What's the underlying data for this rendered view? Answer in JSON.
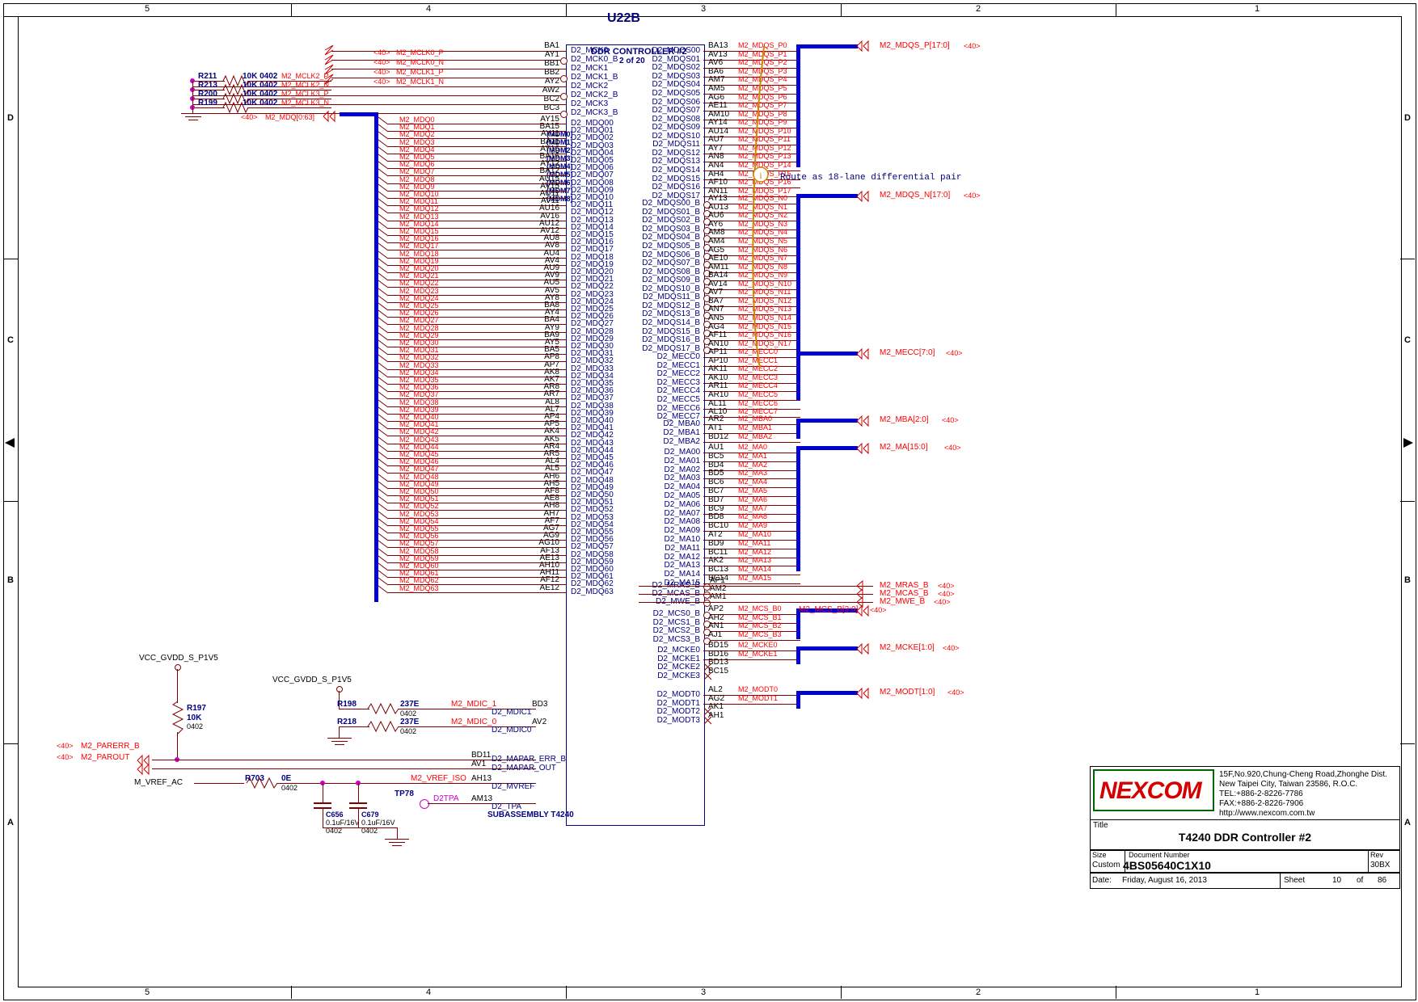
{
  "sheet": {
    "designator": "U22B",
    "border_cols_top": [
      "5",
      "4",
      "3",
      "2",
      "1"
    ],
    "border_cols_bottom": [
      "5",
      "4",
      "3",
      "2",
      "1"
    ],
    "border_rows_left": [
      "D",
      "C",
      "B",
      "A"
    ],
    "border_rows_right": [
      "D",
      "C",
      "B",
      "A"
    ]
  },
  "chip": {
    "title": "DDR CONTROLLER #2",
    "subtitle": "2 of 20",
    "footer": "SUBASSEMBLY T4240",
    "mdm_labels": [
      "(MDM0)",
      "(MDM1)",
      "(MDM2)",
      "(MDM3)",
      "(MDM4)",
      "(MDM5)",
      "(MDM6)",
      "(MDM7)",
      "(MDM8)"
    ]
  },
  "note": {
    "text": "Route as 18-lane differential pair",
    "icon": "info-icon"
  },
  "clocks": {
    "rows": [
      {
        "pin": "BA1",
        "name": "D2_MCK0",
        "net": "M2_MCLK0_P",
        "sheetref": "<40>",
        "bubble": false
      },
      {
        "pin": "AY1",
        "name": "D2_MCK0_B",
        "net": "M2_MCLK0_N",
        "sheetref": "<40>",
        "bubble": true
      },
      {
        "pin": "BB1",
        "name": "D2_MCK1",
        "net": "M2_MCLK1_P",
        "sheetref": "<40>",
        "bubble": false
      },
      {
        "pin": "BB2",
        "name": "D2_MCK1_B",
        "net": "M2_MCLK1_N",
        "sheetref": "<40>",
        "bubble": true
      },
      {
        "pin": "AY2",
        "name": "D2_MCK2",
        "net": "M2_MCLK2_P",
        "sheetref": "",
        "bubble": false
      },
      {
        "pin": "AW2",
        "name": "D2_MCK2_B",
        "net": "M2_MCLK2_N",
        "sheetref": "",
        "bubble": true
      },
      {
        "pin": "BC2",
        "name": "D2_MCK3",
        "net": "M2_MCLK3_P",
        "sheetref": "",
        "bubble": false
      },
      {
        "pin": "BC3",
        "name": "D2_MCK3_B",
        "net": "M2_MCLK3_N",
        "sheetref": "",
        "bubble": true
      }
    ]
  },
  "clock_resistors": [
    {
      "ref": "R211",
      "value": "10K 0402",
      "net": "M2_MCLK2_P"
    },
    {
      "ref": "R213",
      "value": "10K 0402",
      "net": "M2_MCLK2_N"
    },
    {
      "ref": "R200",
      "value": "10K 0402",
      "net": "M2_MCLK3_P"
    },
    {
      "ref": "R199",
      "value": "10K 0402",
      "net": "M2_MCLK3_N"
    }
  ],
  "mdq_bus_label": {
    "sheetref": "<40>",
    "name": "M2_MDQ[0:63]"
  },
  "mdq": [
    {
      "net": "M2_MDQ0",
      "pin": "AY15",
      "name": "D2_MDQ00"
    },
    {
      "net": "M2_MDQ1",
      "pin": "BA15",
      "name": "D2_MDQ01"
    },
    {
      "net": "M2_MDQ2",
      "pin": "AY11",
      "name": "D2_MDQ02"
    },
    {
      "net": "M2_MDQ3",
      "pin": "BA11",
      "name": "D2_MDQ03"
    },
    {
      "net": "M2_MDQ4",
      "pin": "AY16",
      "name": "D2_MDQ04"
    },
    {
      "net": "M2_MDQ5",
      "pin": "BA16",
      "name": "D2_MDQ05"
    },
    {
      "net": "M2_MDQ6",
      "pin": "AY12",
      "name": "D2_MDQ06"
    },
    {
      "net": "M2_MDQ7",
      "pin": "BA12",
      "name": "D2_MDQ07"
    },
    {
      "net": "M2_MDQ8",
      "pin": "AU15",
      "name": "D2_MDQ08"
    },
    {
      "net": "M2_MDQ9",
      "pin": "AV15",
      "name": "D2_MDQ09"
    },
    {
      "net": "M2_MDQ10",
      "pin": "AU11",
      "name": "D2_MDQ10"
    },
    {
      "net": "M2_MDQ11",
      "pin": "AV11",
      "name": "D2_MDQ11"
    },
    {
      "net": "M2_MDQ12",
      "pin": "AU16",
      "name": "D2_MDQ12"
    },
    {
      "net": "M2_MDQ13",
      "pin": "AV16",
      "name": "D2_MDQ13"
    },
    {
      "net": "M2_MDQ14",
      "pin": "AU12",
      "name": "D2_MDQ14"
    },
    {
      "net": "M2_MDQ15",
      "pin": "AV12",
      "name": "D2_MDQ15"
    },
    {
      "net": "M2_MDQ16",
      "pin": "AU8",
      "name": "D2_MDQ16"
    },
    {
      "net": "M2_MDQ17",
      "pin": "AV8",
      "name": "D2_MDQ17"
    },
    {
      "net": "M2_MDQ18",
      "pin": "AU4",
      "name": "D2_MDQ18"
    },
    {
      "net": "M2_MDQ19",
      "pin": "AV4",
      "name": "D2_MDQ19"
    },
    {
      "net": "M2_MDQ20",
      "pin": "AU9",
      "name": "D2_MDQ20"
    },
    {
      "net": "M2_MDQ21",
      "pin": "AV9",
      "name": "D2_MDQ21"
    },
    {
      "net": "M2_MDQ22",
      "pin": "AU5",
      "name": "D2_MDQ22"
    },
    {
      "net": "M2_MDQ23",
      "pin": "AV5",
      "name": "D2_MDQ23"
    },
    {
      "net": "M2_MDQ24",
      "pin": "AY8",
      "name": "D2_MDQ24"
    },
    {
      "net": "M2_MDQ25",
      "pin": "BA8",
      "name": "D2_MDQ25"
    },
    {
      "net": "M2_MDQ26",
      "pin": "AY4",
      "name": "D2_MDQ26"
    },
    {
      "net": "M2_MDQ27",
      "pin": "BA4",
      "name": "D2_MDQ27"
    },
    {
      "net": "M2_MDQ28",
      "pin": "AY9",
      "name": "D2_MDQ28"
    },
    {
      "net": "M2_MDQ29",
      "pin": "BA9",
      "name": "D2_MDQ29"
    },
    {
      "net": "M2_MDQ30",
      "pin": "AY5",
      "name": "D2_MDQ30"
    },
    {
      "net": "M2_MDQ31",
      "pin": "BA5",
      "name": "D2_MDQ31"
    },
    {
      "net": "M2_MDQ32",
      "pin": "AP8",
      "name": "D2_MDQ32"
    },
    {
      "net": "M2_MDQ33",
      "pin": "AP7",
      "name": "D2_MDQ33"
    },
    {
      "net": "M2_MDQ34",
      "pin": "AK8",
      "name": "D2_MDQ34"
    },
    {
      "net": "M2_MDQ35",
      "pin": "AK7",
      "name": "D2_MDQ35"
    },
    {
      "net": "M2_MDQ36",
      "pin": "AR8",
      "name": "D2_MDQ36"
    },
    {
      "net": "M2_MDQ37",
      "pin": "AR7",
      "name": "D2_MDQ37"
    },
    {
      "net": "M2_MDQ38",
      "pin": "AL8",
      "name": "D2_MDQ38"
    },
    {
      "net": "M2_MDQ39",
      "pin": "AL7",
      "name": "D2_MDQ39"
    },
    {
      "net": "M2_MDQ40",
      "pin": "AP4",
      "name": "D2_MDQ40"
    },
    {
      "net": "M2_MDQ41",
      "pin": "AP5",
      "name": "D2_MDQ41"
    },
    {
      "net": "M2_MDQ42",
      "pin": "AK4",
      "name": "D2_MDQ42"
    },
    {
      "net": "M2_MDQ43",
      "pin": "AK5",
      "name": "D2_MDQ43"
    },
    {
      "net": "M2_MDQ44",
      "pin": "AR4",
      "name": "D2_MDQ44"
    },
    {
      "net": "M2_MDQ45",
      "pin": "AR5",
      "name": "D2_MDQ45"
    },
    {
      "net": "M2_MDQ46",
      "pin": "AL4",
      "name": "D2_MDQ46"
    },
    {
      "net": "M2_MDQ47",
      "pin": "AL5",
      "name": "D2_MDQ47"
    },
    {
      "net": "M2_MDQ48",
      "pin": "AH6",
      "name": "D2_MDQ48"
    },
    {
      "net": "M2_MDQ49",
      "pin": "AH5",
      "name": "D2_MDQ49"
    },
    {
      "net": "M2_MDQ50",
      "pin": "AF8",
      "name": "D2_MDQ50"
    },
    {
      "net": "M2_MDQ51",
      "pin": "AE8",
      "name": "D2_MDQ51"
    },
    {
      "net": "M2_MDQ52",
      "pin": "AH8",
      "name": "D2_MDQ52"
    },
    {
      "net": "M2_MDQ53",
      "pin": "AH7",
      "name": "D2_MDQ53"
    },
    {
      "net": "M2_MDQ54",
      "pin": "AF7",
      "name": "D2_MDQ54"
    },
    {
      "net": "M2_MDQ55",
      "pin": "AG7",
      "name": "D2_MDQ55"
    },
    {
      "net": "M2_MDQ56",
      "pin": "AG9",
      "name": "D2_MDQ56"
    },
    {
      "net": "M2_MDQ57",
      "pin": "AG10",
      "name": "D2_MDQ57"
    },
    {
      "net": "M2_MDQ58",
      "pin": "AF13",
      "name": "D2_MDQ58"
    },
    {
      "net": "M2_MDQ59",
      "pin": "AE13",
      "name": "D2_MDQ59"
    },
    {
      "net": "M2_MDQ60",
      "pin": "AH10",
      "name": "D2_MDQ60"
    },
    {
      "net": "M2_MDQ61",
      "pin": "AH11",
      "name": "D2_MDQ61"
    },
    {
      "net": "M2_MDQ62",
      "pin": "AF12",
      "name": "D2_MDQ62"
    },
    {
      "net": "M2_MDQ63",
      "pin": "AE12",
      "name": "D2_MDQ63"
    }
  ],
  "mdqs_p_group1": [
    {
      "name": "D2_MDQS00",
      "pin": "BA13",
      "net": "M2_MDQS_P0"
    },
    {
      "name": "D2_MDQS01",
      "pin": "AV13",
      "net": "M2_MDQS_P1"
    },
    {
      "name": "D2_MDQS02",
      "pin": "AV6",
      "net": "M2_MDQS_P2"
    },
    {
      "name": "D2_MDQS03",
      "pin": "BA6",
      "net": "M2_MDQS_P3"
    },
    {
      "name": "D2_MDQS04",
      "pin": "AM7",
      "net": "M2_MDQS_P4"
    },
    {
      "name": "D2_MDQS05",
      "pin": "AM5",
      "net": "M2_MDQS_P5"
    },
    {
      "name": "D2_MDQS06",
      "pin": "AG6",
      "net": "M2_MDQS_P6"
    },
    {
      "name": "D2_MDQS07",
      "pin": "AE11",
      "net": "M2_MDQS_P7"
    },
    {
      "name": "D2_MDQS08",
      "pin": "AM10",
      "net": "M2_MDQS_P8"
    }
  ],
  "mdqs_p_group2": [
    {
      "name": "D2_MDQS09",
      "pin": "AY14",
      "net": "M2_MDQS_P9"
    },
    {
      "name": "D2_MDQS10",
      "pin": "AU14",
      "net": "M2_MDQS_P10"
    },
    {
      "name": "D2_MDQS11",
      "pin": "AU7",
      "net": "M2_MDQS_P11"
    },
    {
      "name": "D2_MDQS12",
      "pin": "AY7",
      "net": "M2_MDQS_P12"
    },
    {
      "name": "D2_MDQS13",
      "pin": "AN8",
      "net": "M2_MDQS_P13"
    },
    {
      "name": "D2_MDQS14",
      "pin": "AN4",
      "net": "M2_MDQS_P14"
    },
    {
      "name": "D2_MDQS15",
      "pin": "AH4",
      "net": "M2_MDQS_P15"
    },
    {
      "name": "D2_MDQS16",
      "pin": "AF10",
      "net": "M2_MDQS_P16"
    },
    {
      "name": "D2_MDQS17",
      "pin": "AN11",
      "net": "M2_MDQS_P17"
    }
  ],
  "mdqs_n_group1": [
    {
      "name": "D2_MDQS00_B",
      "pin": "AY13",
      "net": "M2_MDQS_N0"
    },
    {
      "name": "D2_MDQS01_B",
      "pin": "AU13",
      "net": "M2_MDQS_N1"
    },
    {
      "name": "D2_MDQS02_B",
      "pin": "AU6",
      "net": "M2_MDQS_N2"
    },
    {
      "name": "D2_MDQS03_B",
      "pin": "AY6",
      "net": "M2_MDQS_N3"
    },
    {
      "name": "D2_MDQS04_B",
      "pin": "AM8",
      "net": "M2_MDQS_N4"
    },
    {
      "name": "D2_MDQS05_B",
      "pin": "AM4",
      "net": "M2_MDQS_N5"
    },
    {
      "name": "D2_MDQS06_B",
      "pin": "AG5",
      "net": "M2_MDQS_N6"
    },
    {
      "name": "D2_MDQS07_B",
      "pin": "AE10",
      "net": "M2_MDQS_N7"
    },
    {
      "name": "D2_MDQS08_B",
      "pin": "AM11",
      "net": "M2_MDQS_N8"
    }
  ],
  "mdqs_n_group2": [
    {
      "name": "D2_MDQS09_B",
      "pin": "BA14",
      "net": "M2_MDQS_N9"
    },
    {
      "name": "D2_MDQS10_B",
      "pin": "AV14",
      "net": "M2_MDQS_N10"
    },
    {
      "name": "D2_MDQS11_B",
      "pin": "AV7",
      "net": "M2_MDQS_N11"
    },
    {
      "name": "D2_MDQS12_B",
      "pin": "BA7",
      "net": "M2_MDQS_N12"
    },
    {
      "name": "D2_MDQS13_B",
      "pin": "AN7",
      "net": "M2_MDQS_N13"
    },
    {
      "name": "D2_MDQS14_B",
      "pin": "AN5",
      "net": "M2_MDQS_N14"
    },
    {
      "name": "D2_MDQS15_B",
      "pin": "AG4",
      "net": "M2_MDQS_N15"
    },
    {
      "name": "D2_MDQS16_B",
      "pin": "AF11",
      "net": "M2_MDQS_N16"
    },
    {
      "name": "D2_MDQS17_B",
      "pin": "AN10",
      "net": "M2_MDQS_N17"
    }
  ],
  "mecc": [
    {
      "name": "D2_MECC0",
      "pin": "AP11",
      "net": "M2_MECC0"
    },
    {
      "name": "D2_MECC1",
      "pin": "AP10",
      "net": "M2_MECC1"
    },
    {
      "name": "D2_MECC2",
      "pin": "AK11",
      "net": "M2_MECC2"
    },
    {
      "name": "D2_MECC3",
      "pin": "AK10",
      "net": "M2_MECC3"
    },
    {
      "name": "D2_MECC4",
      "pin": "AR11",
      "net": "M2_MECC4"
    },
    {
      "name": "D2_MECC5",
      "pin": "AR10",
      "net": "M2_MECC5"
    },
    {
      "name": "D2_MECC6",
      "pin": "AL11",
      "net": "M2_MECC6"
    },
    {
      "name": "D2_MECC7",
      "pin": "AL10",
      "net": "M2_MECC7"
    }
  ],
  "mba": [
    {
      "name": "D2_MBA0",
      "pin": "AR2",
      "net": "M2_MBA0"
    },
    {
      "name": "D2_MBA1",
      "pin": "AT1",
      "net": "M2_MBA1"
    },
    {
      "name": "D2_MBA2",
      "pin": "BD12",
      "net": "M2_MBA2"
    }
  ],
  "ma": [
    {
      "name": "D2_MA00",
      "pin": "AU1",
      "net": "M2_MA0"
    },
    {
      "name": "D2_MA01",
      "pin": "BC5",
      "net": "M2_MA1"
    },
    {
      "name": "D2_MA02",
      "pin": "BD4",
      "net": "M2_MA2"
    },
    {
      "name": "D2_MA03",
      "pin": "BD5",
      "net": "M2_MA3"
    },
    {
      "name": "D2_MA04",
      "pin": "BC6",
      "net": "M2_MA4"
    },
    {
      "name": "D2_MA05",
      "pin": "BC7",
      "net": "M2_MA5"
    },
    {
      "name": "D2_MA06",
      "pin": "BD7",
      "net": "M2_MA6"
    },
    {
      "name": "D2_MA07",
      "pin": "BC9",
      "net": "M2_MA7"
    },
    {
      "name": "D2_MA08",
      "pin": "BD8",
      "net": "M2_MA8"
    },
    {
      "name": "D2_MA09",
      "pin": "BC10",
      "net": "M2_MA9"
    },
    {
      "name": "D2_MA10",
      "pin": "AT2",
      "net": "M2_MA10"
    },
    {
      "name": "D2_MA11",
      "pin": "BD9",
      "net": "M2_MA11"
    },
    {
      "name": "D2_MA12",
      "pin": "BC11",
      "net": "M2_MA12"
    },
    {
      "name": "D2_MA13",
      "pin": "AK2",
      "net": "M2_MA13"
    },
    {
      "name": "D2_MA14",
      "pin": "BC13",
      "net": "M2_MA14"
    },
    {
      "name": "D2_MA15",
      "pin": "BC14",
      "net": "M2_MA15"
    }
  ],
  "ctrl": [
    {
      "name": "D2_MRAS_B",
      "pin": "AP1",
      "net": "M2_MRAS_B",
      "sheetref": "<40>"
    },
    {
      "name": "D2_MCAS_B",
      "pin": "AM2",
      "net": "M2_MCAS_B",
      "sheetref": "<40>"
    },
    {
      "name": "D2_MWE_B",
      "pin": "AM1",
      "net": "M2_MWE_B",
      "sheetref": "<40>"
    }
  ],
  "mcs": [
    {
      "name": "D2_MCS0_B",
      "pin": "AP2",
      "net": "M2_MCS_B0"
    },
    {
      "name": "D2_MCS1_B",
      "pin": "AH2",
      "net": "M2_MCS_B1"
    },
    {
      "name": "D2_MCS2_B",
      "pin": "AN1",
      "net": "M2_MCS_B2"
    },
    {
      "name": "D2_MCS3_B",
      "pin": "AJ1",
      "net": "M2_MCS_B3"
    }
  ],
  "mcke": [
    {
      "name": "D2_MCKE0",
      "pin": "BD15",
      "net": "M2_MCKE0"
    },
    {
      "name": "D2_MCKE1",
      "pin": "BD16",
      "net": "M2_MCKE1"
    },
    {
      "name": "D2_MCKE2",
      "pin": "BD13",
      "net": ""
    },
    {
      "name": "D2_MCKE3",
      "pin": "BC15",
      "net": ""
    }
  ],
  "modt": [
    {
      "name": "D2_MODT0",
      "pin": "AL2",
      "net": "M2_MODT0"
    },
    {
      "name": "D2_MODT1",
      "pin": "AG2",
      "net": "M2_MODT1"
    },
    {
      "name": "D2_MODT2",
      "pin": "AK1",
      "net": ""
    },
    {
      "name": "D2_MODT3",
      "pin": "AH1",
      "net": ""
    }
  ],
  "misc_pins": [
    {
      "name": "D2_MDIC1",
      "pin": "BD3",
      "net": "M2_MDIC_1"
    },
    {
      "name": "D2_MDIC0",
      "pin": "AV2",
      "net": "M2_MDIC_0"
    },
    {
      "name": "D2_MAPAR_ERR_B",
      "pin": "BD11",
      "net": "M2_PARERR_B",
      "sheetref": "<40>"
    },
    {
      "name": "D2_MAPAR_OUT",
      "pin": "AV1",
      "net": "M2_PAROUT",
      "sheetref": "<40>"
    },
    {
      "name": "D2_MVREF",
      "pin": "AH13",
      "net": "M2_VREF_ISO"
    },
    {
      "name": "D2_TPA",
      "pin": "AM13",
      "net": "D2TPA"
    }
  ],
  "bus_exits": [
    {
      "net": "M2_MDQS_P[17:0]",
      "sheetref": "<40>"
    },
    {
      "net": "M2_MDQS_N[17:0]",
      "sheetref": "<40>"
    },
    {
      "net": "M2_MECC[7:0]",
      "sheetref": "<40>"
    },
    {
      "net": "M2_MBA[2:0]",
      "sheetref": "<40>"
    },
    {
      "net": "M2_MA[15:0]",
      "sheetref": "<40>"
    },
    {
      "net": "M2_MCS_B[3:0]",
      "sheetref": "<40>"
    },
    {
      "net": "M2_MCKE[1:0]",
      "sheetref": "<40>"
    },
    {
      "net": "M2_MODT[1:0]",
      "sheetref": "<40>"
    }
  ],
  "discretes": {
    "vcc1_label": "VCC_GVDD_S_P1V5",
    "vcc2_label": "VCC_GVDD_S_P1V5",
    "r197": {
      "ref": "R197",
      "value": "10K",
      "pkg": "0402"
    },
    "r198": {
      "ref": "R198",
      "value": "237E",
      "pkg": "0402"
    },
    "r218": {
      "ref": "R218",
      "value": "237E",
      "pkg": "0402"
    },
    "r703": {
      "ref": "R703",
      "value": "0E",
      "pkg": "0402"
    },
    "c656": {
      "ref": "C656",
      "value": "0.1uF/16V",
      "pkg": "0402"
    },
    "c679": {
      "ref": "C679",
      "value": "0.1uF/16V",
      "pkg": "0402"
    },
    "tp78": {
      "ref": "TP78"
    },
    "mvref_label": "M_VREF_AC"
  },
  "title_block": {
    "company_lines": [
      "15F,No.920,Chung-Cheng Road,Zhonghe Dist.",
      "New Taipei City, Taiwan 23586, R.O.C.",
      "TEL:+886-2-8226-7786",
      "FAX:+886-2-8226-7906",
      "http://www.nexcom.com.tw"
    ],
    "logo_text": "NEXCOM",
    "title_caption": "Title",
    "title": "T4240 DDR Controller #2",
    "size_caption": "Size",
    "size": "Custom",
    "docnum_caption": "Document Number",
    "docnum": "4BS05640C1X10",
    "rev_caption": "Rev",
    "rev": "30BX",
    "date_caption": "Date:",
    "date": "Friday, August 16, 2013",
    "sheet_caption": "Sheet",
    "sheet_num": "10",
    "sheet_of": "of",
    "sheet_total": "86"
  }
}
